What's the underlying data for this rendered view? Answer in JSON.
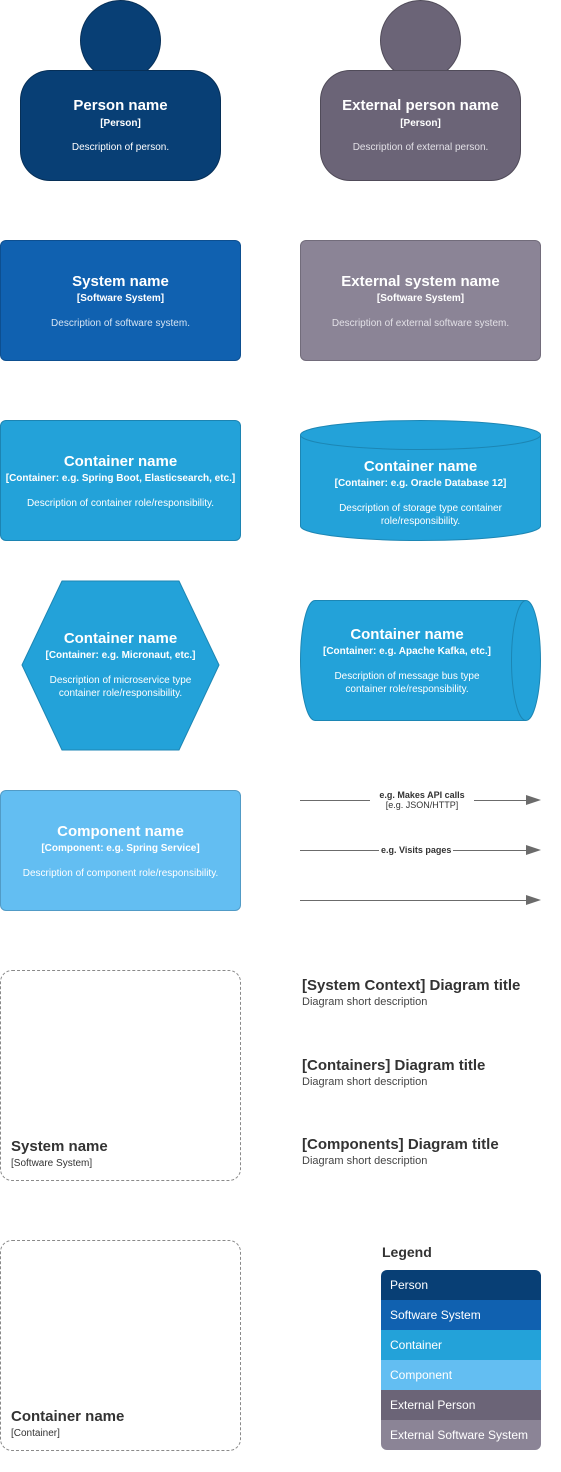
{
  "colors": {
    "person": "#083f75",
    "external_person": "#6b6477",
    "software_system": "#1061b0",
    "external_software_system": "#8b8496",
    "container": "#23a2d9",
    "component": "#63bef2"
  },
  "person": {
    "name": "Person name",
    "type": "[Person]",
    "description": "Description of person."
  },
  "external_person": {
    "name": "External person name",
    "type": "[Person]",
    "description": "Description of external person."
  },
  "software_system": {
    "name": "System name",
    "type": "[Software System]",
    "description": "Description of software system."
  },
  "external_software_system": {
    "name": "External system name",
    "type": "[Software System]",
    "description": "Description of external software system."
  },
  "container": {
    "name": "Container name",
    "type": "[Container: e.g. Spring Boot, Elasticsearch, etc.]",
    "description": "Description of container role/responsibility."
  },
  "database_container": {
    "name": "Container name",
    "type": "[Container: e.g. Oracle Database 12]",
    "description_line1": "Description of storage type container",
    "description_line2": "role/responsibility."
  },
  "microservice_container": {
    "name": "Container name",
    "type": "[Container: e.g. Micronaut, etc.]",
    "description_line1": "Description of microservice type",
    "description_line2": "container role/responsibility."
  },
  "message_bus_container": {
    "name": "Container name",
    "type": "[Container: e.g. Apache Kafka, etc.]",
    "description_line1": "Description of message bus type",
    "description_line2": "container role/responsibility."
  },
  "component": {
    "name": "Component name",
    "type": "[Component: e.g. Spring Service]",
    "description": "Description of component role/responsibility."
  },
  "relationships": [
    {
      "label": "e.g. Makes API calls",
      "technology": "[e.g. JSON/HTTP]"
    },
    {
      "label": "e.g. Visits pages"
    },
    {
      "label": ""
    }
  ],
  "system_boundary": {
    "name": "System name",
    "type": "[Software System]"
  },
  "container_boundary": {
    "name": "Container name",
    "type": "[Container]"
  },
  "diagram_titles": [
    {
      "title": "[System Context] Diagram title",
      "description": "Diagram short description"
    },
    {
      "title": "[Containers] Diagram title",
      "description": "Diagram short description"
    },
    {
      "title": "[Components] Diagram title",
      "description": "Diagram short description"
    }
  ],
  "legend": {
    "title": "Legend",
    "items": [
      {
        "label": "Person",
        "color": "#083f75"
      },
      {
        "label": "Software System",
        "color": "#1061b0"
      },
      {
        "label": "Container",
        "color": "#23a2d9"
      },
      {
        "label": "Component",
        "color": "#63bef2"
      },
      {
        "label": "External Person",
        "color": "#6b6477"
      },
      {
        "label": "External Software System",
        "color": "#8b8496"
      }
    ]
  }
}
